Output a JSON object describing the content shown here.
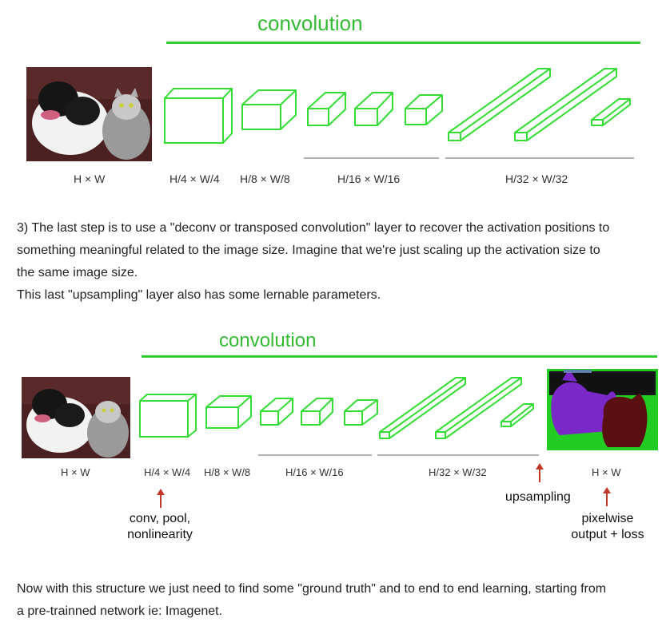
{
  "diagram1": {
    "title": "convolution",
    "labels": {
      "input": "H × W",
      "l1": "H/4 × W/4",
      "l2": "H/8 × W/8",
      "l3": "H/16 × W/16",
      "l4": "H/32 × W/32"
    }
  },
  "paragraph1": {
    "line1": "3) The last step is to use a \"deconv or transposed convolution\" layer to recover the activation positions to",
    "line2": "something meaningful related to the image size. Imagine that we're just scaling up the activation size to",
    "line3": "the same image size.",
    "line4": "This last \"upsampling\" layer also has some lernable parameters."
  },
  "diagram2": {
    "title": "convolution",
    "labels": {
      "input": "H × W",
      "l1": "H/4 × W/4",
      "l2": "H/8 × W/8",
      "l3": "H/16 × W/16",
      "l4": "H/32 × W/32",
      "output": "H × W"
    },
    "annotations": {
      "upsampling": "upsampling",
      "conv_line1": "conv, pool,",
      "conv_line2": "nonlinearity",
      "pix_line1": "pixelwise",
      "pix_line2": "output + loss"
    }
  },
  "paragraph2": {
    "line1": "Now with this structure we just need to find some \"ground truth\" and to end to end learning, starting from",
    "line2": "a pre-trainned network ie: Imagenet."
  },
  "colors": {
    "layer_green": "#33dd33",
    "arrow_red": "#c0392b",
    "guide_gray": "#b3b3b3"
  },
  "icons": {
    "arrow": "red-up-arrow"
  }
}
